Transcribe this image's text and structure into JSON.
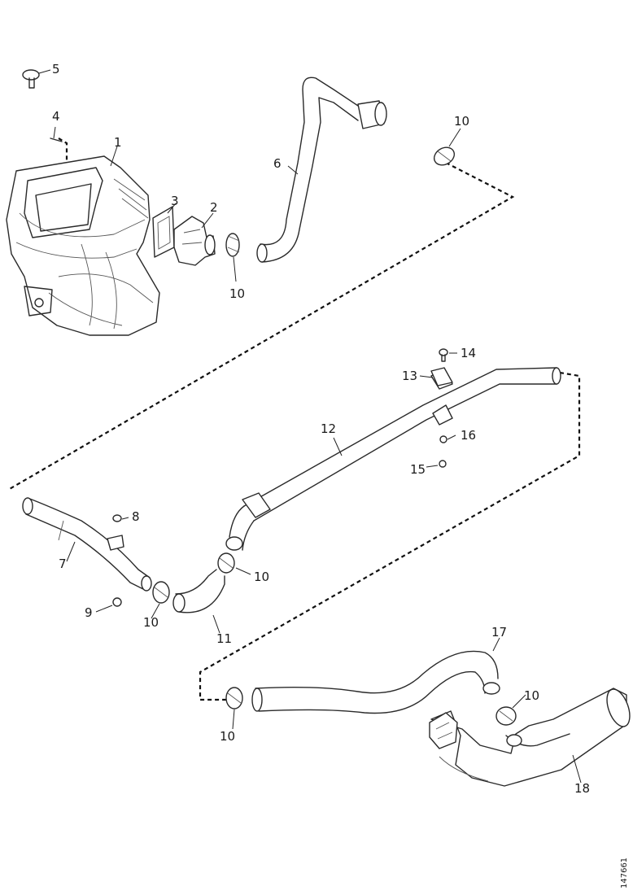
{
  "callouts": {
    "c1": "1",
    "c2": "2",
    "c3": "3",
    "c4": "4",
    "c5": "5",
    "c6": "6",
    "c7": "7",
    "c8": "8",
    "c9": "9",
    "c10a": "10",
    "c10b": "10",
    "c10c": "10",
    "c10d": "10",
    "c10e": "10",
    "c10f": "10",
    "c11": "11",
    "c12": "12",
    "c13": "13",
    "c14": "14",
    "c15": "15",
    "c16": "16",
    "c17": "17",
    "c18": "18"
  },
  "reference_number": "147661",
  "colors": {
    "line": "#2a2a2a",
    "background": "#ffffff"
  }
}
